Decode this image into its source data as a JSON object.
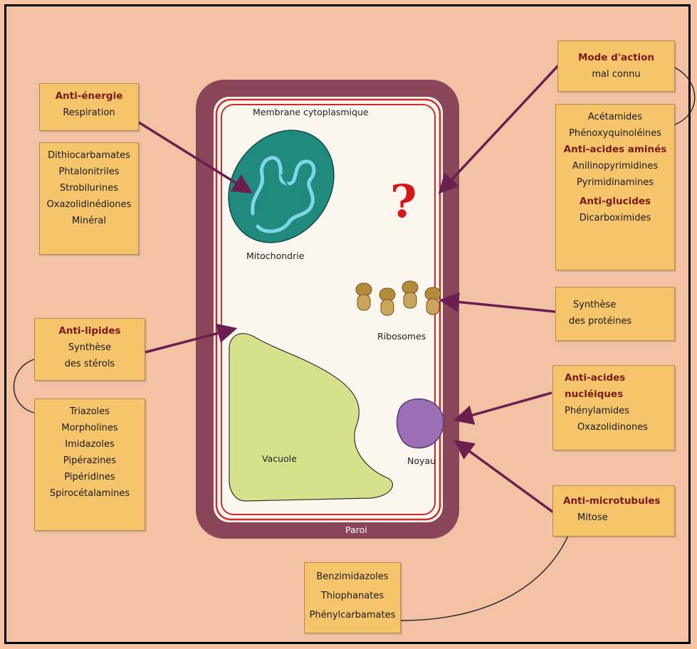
{
  "labels": {
    "membrane": "Membrane cytoplasmique",
    "mitochondria": "Mitochondrie",
    "ribosomes": "Ribosomes",
    "vacuole": "Vacuole",
    "nucleus": "Noyau",
    "wall": "Paroi",
    "question_mark": "?"
  },
  "boxes": {
    "anti_energy": {
      "heading": "Anti-énergie",
      "line": "Respiration"
    },
    "anti_energy_list": [
      "Dithiocarbamates",
      "Phtalonitriles",
      "Strobilurines",
      "Oxazolidinédiones",
      "Minéral"
    ],
    "anti_lipids": {
      "heading": "Anti-lipides",
      "lines": [
        "Synthèse",
        "des stérols"
      ]
    },
    "anti_lipids_list": [
      "Triazoles",
      "Morpholines",
      "Imidazoles",
      "Pipérazines",
      "Pipéridines",
      "Spirocétalamines"
    ],
    "mode_action": {
      "heading": "Mode d'action",
      "line": "mal connu"
    },
    "right_list": {
      "items1": [
        "Acétamides",
        "Phénoxyquinoléines"
      ],
      "heading2": "Anti-acides aminés",
      "items2": [
        "Anilinopyrimidines",
        "Pyrimidinamines"
      ],
      "heading3": "Anti-glucides",
      "items3": [
        "Dicarboximides"
      ]
    },
    "protein_synthesis": {
      "lines": [
        "Synthèse",
        "des protéines"
      ]
    },
    "anti_nucleic": {
      "heading_lines": [
        "Anti-acides",
        "nucléiques"
      ],
      "items": [
        "Phénylamides",
        "Oxazolidinones"
      ]
    },
    "anti_microtubules": {
      "heading": "Anti-microtubules",
      "line": "Mitose"
    },
    "bottom_list": [
      "Benzimidazoles",
      "Thiophanates",
      "Phénylcarbamates"
    ]
  },
  "colors": {
    "background": "#f3c2a4",
    "box_fill": "#f6c46a",
    "heading_text": "#7a1b17",
    "arrow": "#6b1f4f",
    "cell_wall": "#8a4658",
    "membrane_line": "#d02a2a",
    "mitochondria": "#1f8a7d",
    "vacuole": "#d7e08a",
    "nucleus": "#9a6fb3",
    "ribosome": "#b48a3c"
  }
}
